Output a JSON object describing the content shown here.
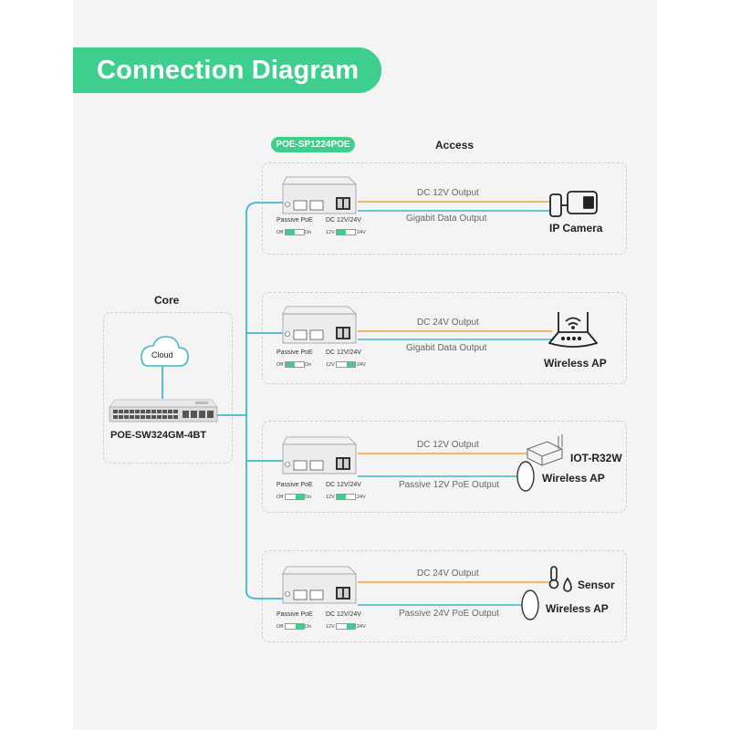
{
  "title": "Connection Diagram",
  "model": "POE-SP1224POE",
  "headings": {
    "access": "Access",
    "core": "Core"
  },
  "core": {
    "cloud": "Cloud",
    "switch_name": "POE-SW324GM-4BT"
  },
  "colors": {
    "accent": "#3ecf8e",
    "power_line": "#f0a43c",
    "data_line": "#3fb9c8"
  },
  "splitter_labels": {
    "passive_poe": "Passive PoE",
    "dc": "DC 12V/24V",
    "off": "Off",
    "on": "On",
    "v12": "12V",
    "v24": "24V"
  },
  "rows": [
    {
      "power_output": "DC 12V Output",
      "data_output": "Gigabit Data Output",
      "devices": [
        "IP Camera"
      ],
      "voltage_selected": "12V",
      "icon": "camera-icon"
    },
    {
      "power_output": "DC 24V Output",
      "data_output": "Gigabit Data Output",
      "devices": [
        "Wireless AP"
      ],
      "voltage_selected": "24V",
      "icon": "router-icon"
    },
    {
      "power_output": "DC 12V Output",
      "data_output": "Passive 12V PoE Output",
      "devices": [
        "IOT-R32W",
        "Wireless AP"
      ],
      "voltage_selected": "12V",
      "icon": "gateway-icon"
    },
    {
      "power_output": "DC 24V Output",
      "data_output": "Passive 24V PoE Output",
      "devices": [
        "Sensor",
        "Wireless AP"
      ],
      "voltage_selected": "24V",
      "icon": "sensor-icon"
    }
  ]
}
